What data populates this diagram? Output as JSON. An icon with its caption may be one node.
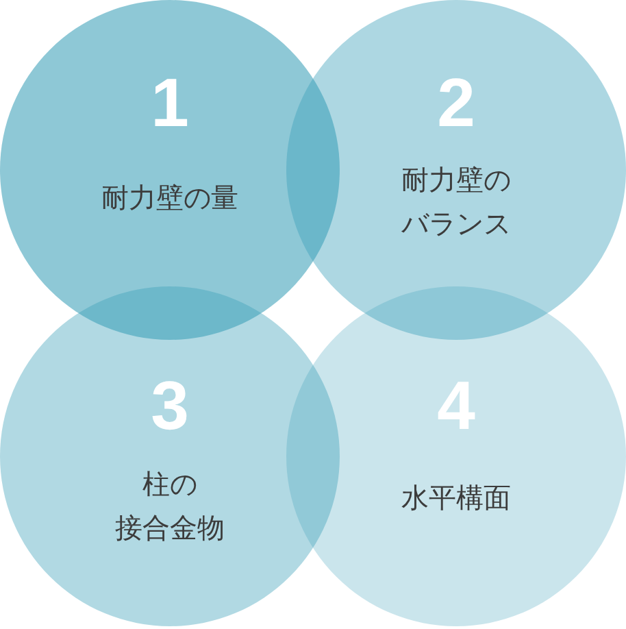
{
  "diagram": {
    "nodes": [
      {
        "text": [
          "1",
          "耐力壁の量"
        ]
      },
      {
        "text": [
          "2",
          "耐力壁のバランス"
        ]
      },
      {
        "text": [
          "3",
          "柱の接合金物"
        ]
      },
      {
        "text": [
          "4",
          "水平構面"
        ]
      }
    ]
  }
}
